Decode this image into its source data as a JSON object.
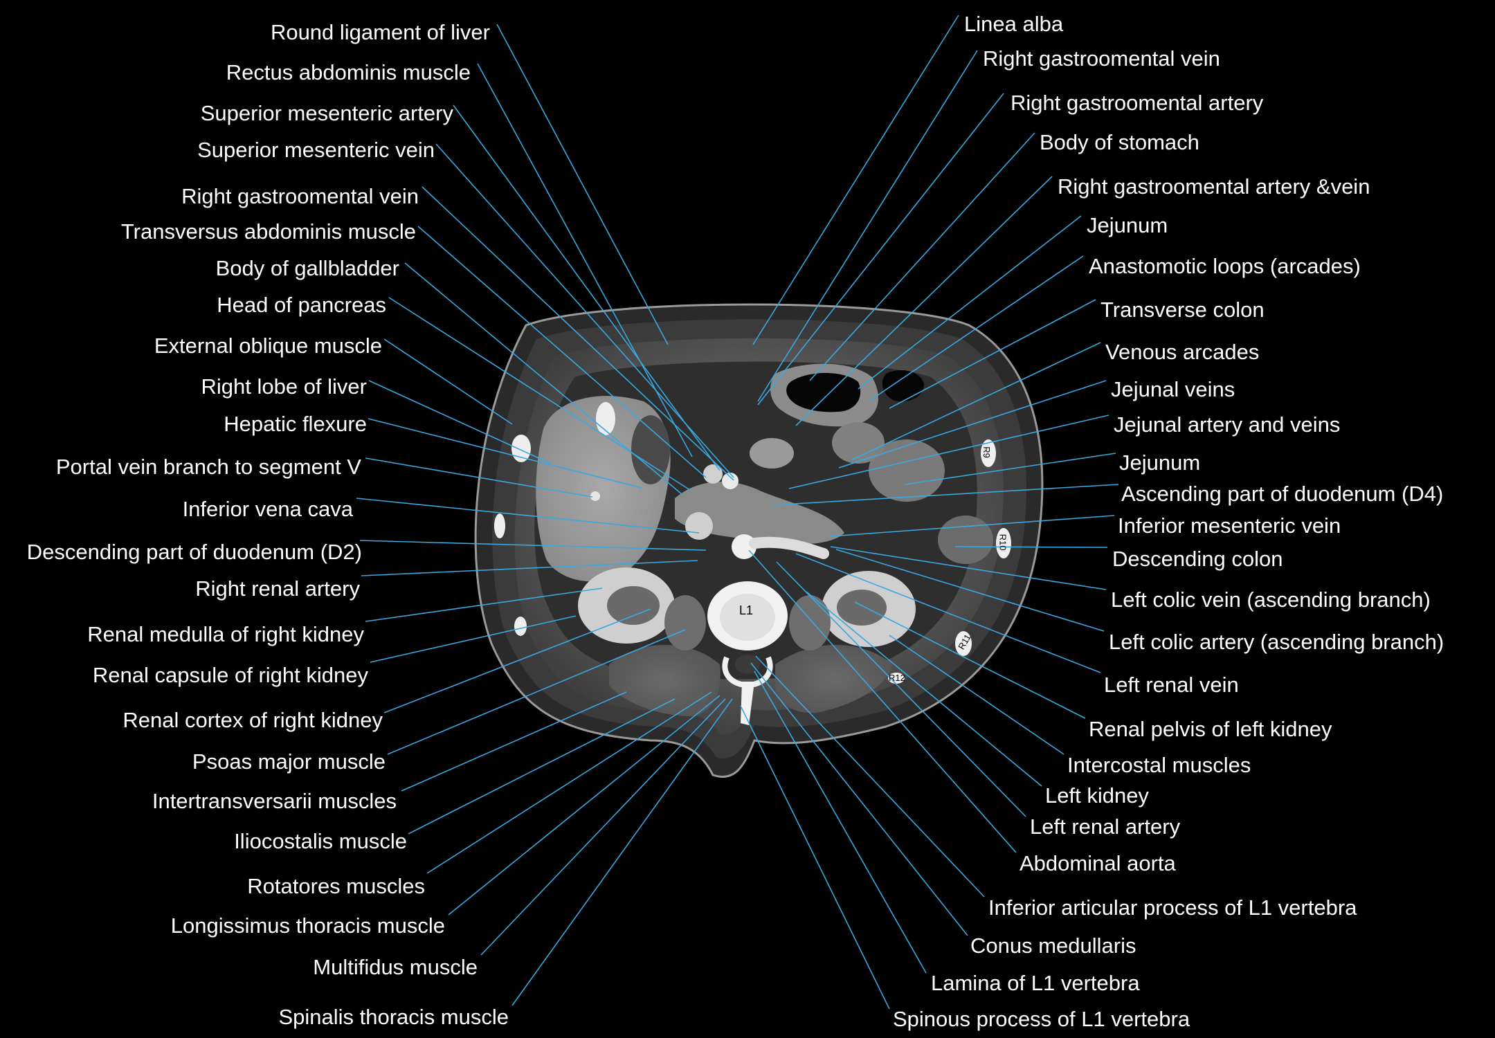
{
  "colors": {
    "background": "#000000",
    "label_text": "#ffffff",
    "leader_line": "#3aa8e0"
  },
  "scan_marks": {
    "vertebra": "L1",
    "ribs": [
      "R9",
      "R10",
      "R11",
      "R12"
    ]
  },
  "labels_left": [
    "Round ligament of liver",
    "Rectus abdominis muscle",
    "Superior mesenteric artery",
    "Superior mesenteric vein",
    "Right gastroomental vein",
    "Transversus abdominis muscle",
    "Body of gallbladder",
    "Head of pancreas",
    "External oblique muscle",
    "Right lobe of liver",
    "Hepatic flexure",
    "Portal vein branch to segment V",
    "Inferior vena cava",
    "Descending part of duodenum (D2)",
    "Right renal artery",
    "Renal medulla of right kidney",
    "Renal capsule of right kidney",
    "Renal cortex of right kidney",
    "Psoas major muscle",
    "Intertransversarii muscles",
    "Iliocostalis muscle",
    "Rotatores muscles",
    "Longissimus thoracis muscle",
    "Multifidus muscle",
    "Spinalis thoracis muscle"
  ],
  "labels_right": [
    "Linea alba",
    "Right gastroomental vein",
    "Right gastroomental artery",
    "Body of stomach",
    "Right gastroomental artery &vein",
    "Jejunum",
    "Anastomotic loops (arcades)",
    "Transverse colon",
    "Venous arcades",
    "Jejunal veins",
    "Jejunal artery and veins",
    "Jejunum",
    "Ascending part of duodenum (D4)",
    "Inferior mesenteric vein",
    "Descending colon",
    "Left colic  vein (ascending  branch)",
    "Left colic  artery (ascending  branch)",
    "Left renal vein",
    "Renal pelvis of left kidney",
    "Intercostal muscles",
    "Left kidney",
    "Left renal artery",
    "Abdominal aorta",
    "Inferior articular process of L1 vertebra",
    "Conus medullaris",
    "Lamina of L1 vertebra",
    "Spinous process of L1 vertebra"
  ]
}
